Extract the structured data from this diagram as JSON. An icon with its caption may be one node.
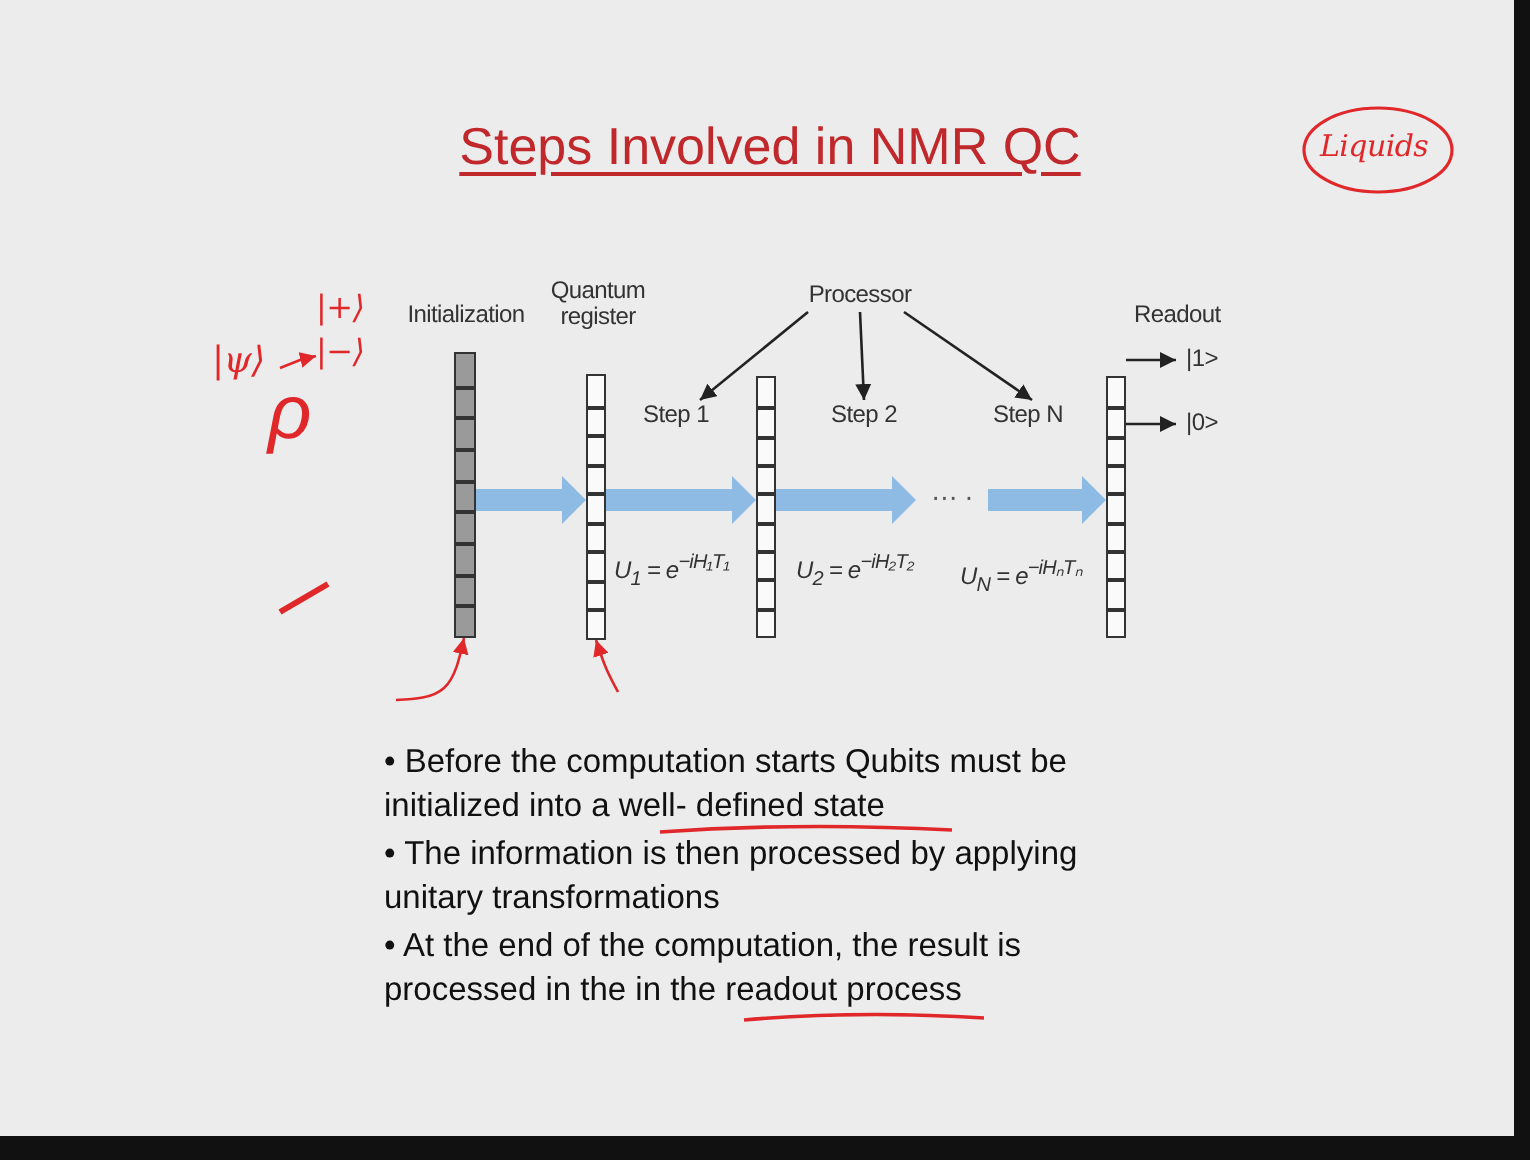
{
  "diagram": {
    "title": "Steps Involved in NMR QC",
    "nodes": [
      {
        "text": [
          "Liquids"
        ]
      },
      {
        "text": [
          "Initialization"
        ]
      },
      {
        "text": [
          "Quantum register"
        ]
      },
      {
        "text": [
          "Processor"
        ]
      },
      {
        "text": [
          "Readout"
        ]
      },
      {
        "text": [
          "|+⟩"
        ]
      },
      {
        "text": [
          "|ψ⟩"
        ]
      },
      {
        "text": [
          "|−⟩"
        ]
      },
      {
        "text": [
          "Step 1"
        ]
      },
      {
        "text": [],
        "shape": "bar"
      },
      {
        "text": [
          "Step 2"
        ]
      },
      {
        "text": [
          "Step N"
        ]
      },
      {
        "text": [
          "|1>"
        ]
      },
      {
        "text": [
          "|0>"
        ]
      },
      {
        "text": [
          "··· ·"
        ]
      }
    ],
    "edges": [
      {
        "from": 1,
        "to": 2,
        "arrow": "to",
        "style": "thick",
        "color": "#8dbbe3"
      },
      {
        "from": 2,
        "to": 9,
        "arrow": "to",
        "style": "thick",
        "color": "#8dbbe3"
      },
      {
        "from": 9,
        "to": 14,
        "arrow": "to",
        "style": "thick",
        "color": "#8dbbe3"
      },
      {
        "from": 14,
        "to": 4,
        "arrow": "to",
        "style": "thick",
        "color": "#8dbbe3"
      },
      {
        "from": 3,
        "to": 8,
        "arrow": "to"
      },
      {
        "from": 3,
        "to": 10,
        "arrow": "to"
      },
      {
        "from": 3,
        "to": 11,
        "arrow": "to"
      },
      {
        "from": 4,
        "to": 12,
        "arrow": "to"
      },
      {
        "from": 4,
        "to": 13,
        "arrow": "to"
      },
      {
        "from": 6,
        "to": 7,
        "arrow": "to",
        "color": "#e0282b"
      },
      {
        "from": null,
        "to": 1,
        "arrow": "to",
        "color": "#e0282b"
      },
      {
        "from": null,
        "to": 2,
        "arrow": "to",
        "color": "#e0282b"
      }
    ],
    "labels": [
      "ρ",
      "U$_{1}$ = e$^{−iH₁T₁}$",
      "U$_{2}$ = e$^{−iH₂T₂}$",
      "U$_{N}$ = e$^{−iHₙTₙ}$",
      "• Before the computation starts Qubits must be initialized into a well- defined state",
      "• The information is then processed by applying unitary transformations",
      "• At the end of the computation, the result is processed in the in the readout process"
    ]
  }
}
